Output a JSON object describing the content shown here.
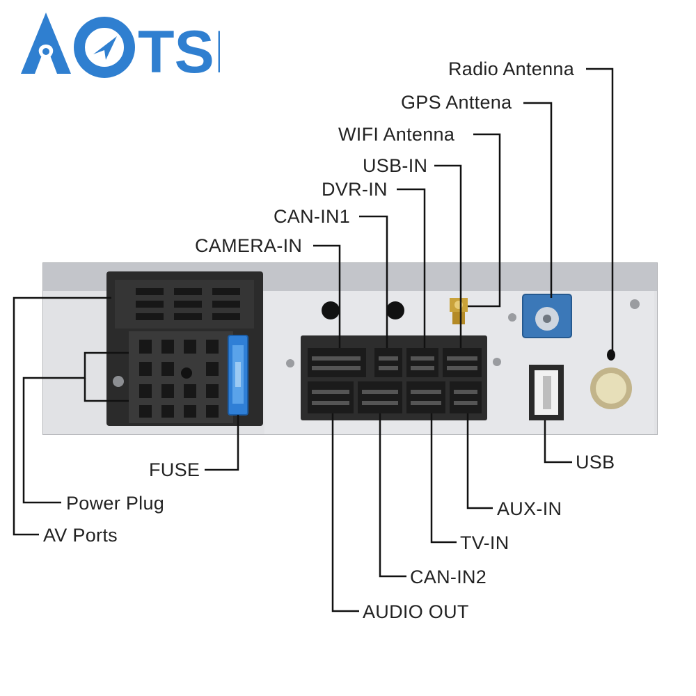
{
  "brand": {
    "logo_text": "Aotsr",
    "color": "#2f7fd0"
  },
  "colors": {
    "line": "#111111",
    "label": "#222222",
    "panel": "#dcdde0",
    "panel_top": "#bfc1c6",
    "connector": "#2a2a2a",
    "fuse": "#2f7fd6",
    "fakra": "#3b78b8",
    "gold": "#c9a23a"
  },
  "labels": {
    "radio_antenna": "Radio Antenna",
    "gps_antenna": "GPS Anttena",
    "wifi_antenna": "WIFI Antenna",
    "usb_in": "USB-IN",
    "dvr_in": "DVR-IN",
    "can_in1": "CAN-IN1",
    "camera_in": "CAMERA-IN",
    "fuse": "FUSE",
    "power_plug": "Power Plug",
    "av_ports": "AV Ports",
    "usb": "USB",
    "aux_in": "AUX-IN",
    "tv_in": "TV-IN",
    "can_in2": "CAN-IN2",
    "audio_out": "AUDIO OUT"
  }
}
